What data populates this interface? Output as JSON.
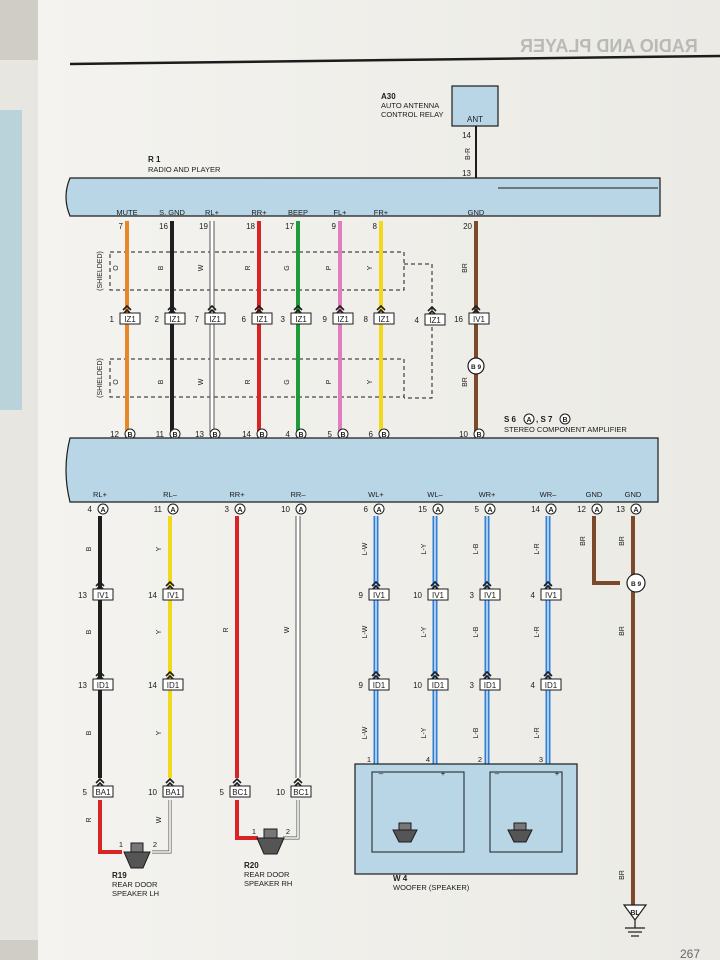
{
  "header": {
    "title": "RADIO AND PLAYER",
    "page_number": "267"
  },
  "components": {
    "radio": {
      "code": "R 1",
      "name": "RADIO AND PLAYER"
    },
    "antenna": {
      "code": "A30",
      "line1": "AUTO ANTENNA",
      "line2": "CONTROL RELAY",
      "box_label": "ANT"
    },
    "amp": {
      "code": "S 6",
      "connector1": "A",
      "mid": ", S 7",
      "connector2": "B",
      "name": "STEREO COMPONENT AMPLIFIER"
    },
    "spk_lh": {
      "code": "R19",
      "line1": "REAR DOOR",
      "line2": "SPEAKER LH"
    },
    "spk_rh": {
      "code": "R20",
      "line1": "REAR DOOR",
      "line2": "SPEAKER RH"
    },
    "woofer": {
      "code": "W 4",
      "name": "WOOFER (SPEAKER)"
    },
    "ground": {
      "code": "BL"
    }
  },
  "antenna_pins": {
    "top": "14",
    "wire": "B-R",
    "bottom": "13",
    "radio_pin": "ANT+"
  },
  "shielded_label": "(SHIELDED)",
  "radio_pins": [
    {
      "label": "MUTE",
      "pin": "7",
      "wire": "O",
      "color": "#e8862a",
      "stroke": "#e8862a",
      "jpin": "1",
      "jconn": "IZ1",
      "apin": "12",
      "aconn": "B"
    },
    {
      "label": "S. GND",
      "pin": "16",
      "wire": "B",
      "color": "#1e1e1e",
      "stroke": "#1e1e1e",
      "jpin": "2",
      "jconn": "IZ1",
      "apin": "11",
      "aconn": "B"
    },
    {
      "label": "RL+",
      "pin": "19",
      "wire": "W",
      "color": "#ffffff",
      "stroke": "#666666",
      "jpin": "7",
      "jconn": "IZ1",
      "apin": "13",
      "aconn": "B"
    },
    {
      "label": "RR+",
      "pin": "18",
      "wire": "R",
      "color": "#d92424",
      "stroke": "#d92424",
      "jpin": "6",
      "jconn": "IZ1",
      "apin": "14",
      "aconn": "B"
    },
    {
      "label": "BEEP",
      "pin": "17",
      "wire": "G",
      "color": "#1f9a3a",
      "stroke": "#1f9a3a",
      "jpin": "3",
      "jconn": "IZ1",
      "apin": "4",
      "aconn": "B"
    },
    {
      "label": "FL+",
      "pin": "9",
      "wire": "P",
      "color": "#e07cc0",
      "stroke": "#e07cc0",
      "jpin": "9",
      "jconn": "IZ1",
      "apin": "5",
      "aconn": "B"
    },
    {
      "label": "FR+",
      "pin": "8",
      "wire": "Y",
      "color": "#f0d81a",
      "stroke": "#c9b400",
      "jpin": "8",
      "jconn": "IZ1",
      "apin": "6",
      "aconn": "B"
    },
    {
      "label": "GND",
      "pin": "20",
      "wire": "BR",
      "color": "#7b4a2c",
      "stroke": "#7b4a2c",
      "jpin": "16",
      "jconn": "IV1",
      "apin": "10",
      "aconn": "B"
    }
  ],
  "shield_junction": {
    "pin": "4",
    "conn": "IZ1"
  },
  "splice_b9": "B 9",
  "amp_outputs": [
    {
      "label": "RL+",
      "pin": "4",
      "conn": "A",
      "wire": "B",
      "color": "#1e1e1e",
      "j1pin": "13",
      "j1": "IV1",
      "j2pin": "13",
      "j2": "ID1",
      "epin": "5",
      "econn": "BA1",
      "lastwire": "R"
    },
    {
      "label": "RL–",
      "pin": "11",
      "conn": "A",
      "wire": "Y",
      "color": "#f0d81a",
      "j1pin": "14",
      "j1": "IV1",
      "j2pin": "14",
      "j2": "ID1",
      "epin": "10",
      "econn": "BA1",
      "lastwire": "W"
    },
    {
      "label": "RR+",
      "pin": "3",
      "conn": "A",
      "wire": "R",
      "color": "#d92424",
      "epin": "5",
      "econn": "BC1"
    },
    {
      "label": "RR–",
      "pin": "10",
      "conn": "A",
      "wire": "W",
      "color": "#ffffff",
      "epin": "10",
      "econn": "BC1"
    },
    {
      "label": "WL+",
      "pin": "6",
      "conn": "A",
      "wire": "L-W",
      "color": "#2f7fd6",
      "j1pin": "9",
      "j1": "IV1",
      "j2pin": "9",
      "j2": "ID1",
      "wpin": "1"
    },
    {
      "label": "WL–",
      "pin": "15",
      "conn": "A",
      "wire": "L-Y",
      "color": "#2f7fd6",
      "j1pin": "10",
      "j1": "IV1",
      "j2pin": "10",
      "j2": "ID1",
      "wpin": "4"
    },
    {
      "label": "WR+",
      "pin": "5",
      "conn": "A",
      "wire": "L-B",
      "color": "#2f7fd6",
      "j1pin": "3",
      "j1": "IV1",
      "j2pin": "3",
      "j2": "ID1",
      "wpin": "2"
    },
    {
      "label": "WR–",
      "pin": "14",
      "conn": "A",
      "wire": "L-R",
      "color": "#2f7fd6",
      "j1pin": "4",
      "j1": "IV1",
      "j2pin": "4",
      "j2": "ID1",
      "wpin": "3"
    },
    {
      "label": "GND",
      "pin": "12",
      "conn": "A",
      "wire": "BR",
      "color": "#7b4a2c"
    },
    {
      "label": "GND",
      "pin": "13",
      "conn": "A",
      "wire": "BR",
      "color": "#7b4a2c"
    }
  ],
  "speaker_pins": {
    "lh1": "1",
    "lh2": "2",
    "rh1": "1",
    "rh2": "2"
  },
  "woofer_signs": {
    "minus": "–",
    "plus": "+"
  }
}
